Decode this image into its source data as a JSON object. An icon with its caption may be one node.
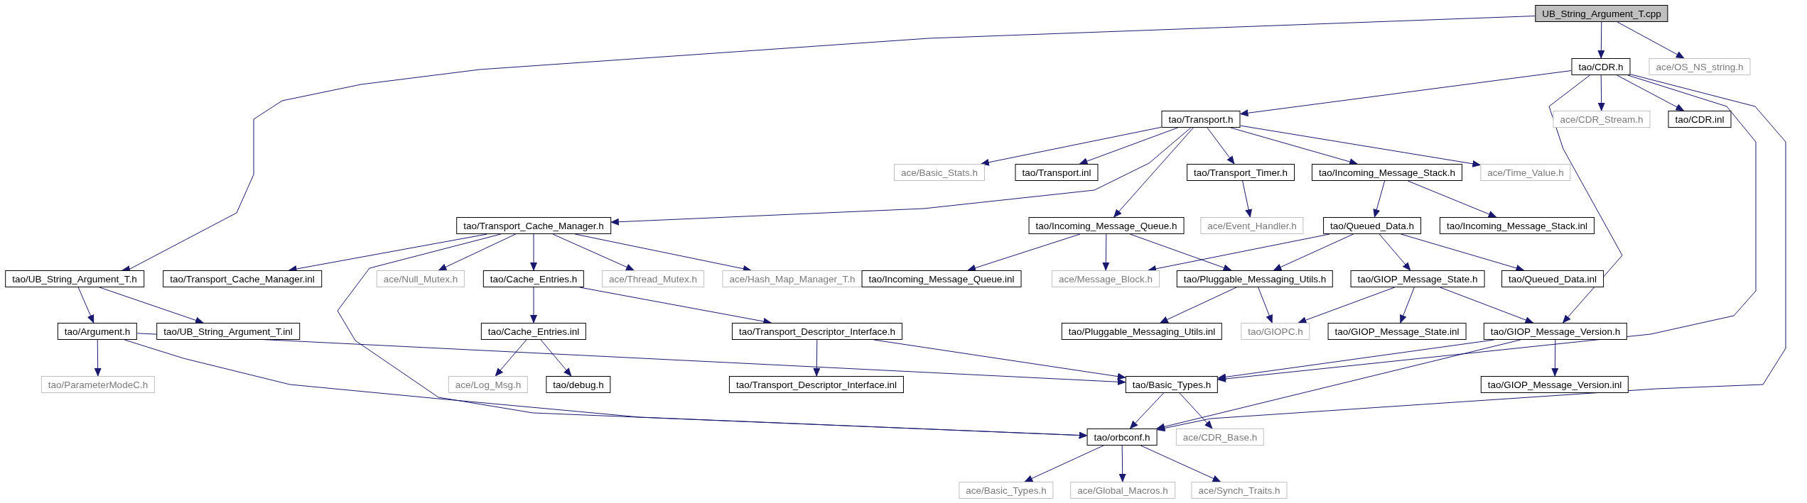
{
  "diagram": {
    "nodes": [
      {
        "text": [
          "UB_String_Argument_T.cpp"
        ]
      },
      {
        "text": [
          "tao/CDR.h"
        ]
      },
      {
        "text": [
          "ace/OS_NS_string.h"
        ]
      },
      {
        "text": [
          "tao/Transport.h"
        ]
      },
      {
        "text": [
          "ace/CDR_Stream.h"
        ]
      },
      {
        "text": [
          "tao/CDR.inl"
        ]
      },
      {
        "text": [
          "ace/Basic_Stats.h"
        ]
      },
      {
        "text": [
          "tao/Transport.inl"
        ]
      },
      {
        "text": [
          "tao/Transport_Timer.h"
        ]
      },
      {
        "text": [
          "tao/Incoming_Message_Stack.h"
        ]
      },
      {
        "text": [
          "ace/Time_Value.h"
        ]
      },
      {
        "text": [
          "tao/Transport_Cache_Manager.h"
        ]
      },
      {
        "text": [
          "tao/Incoming_Message_Queue.h"
        ]
      },
      {
        "text": [
          "ace/Event_Handler.h"
        ]
      },
      {
        "text": [
          "tao/Queued_Data.h"
        ]
      },
      {
        "text": [
          "tao/Incoming_Message_Stack.inl"
        ]
      },
      {
        "text": [
          "tao/UB_String_Argument_T.h"
        ]
      },
      {
        "text": [
          "tao/Transport_Cache_Manager.inl"
        ]
      },
      {
        "text": [
          "ace/Null_Mutex.h"
        ]
      },
      {
        "text": [
          "tao/Cache_Entries.h"
        ]
      },
      {
        "text": [
          "ace/Thread_Mutex.h"
        ]
      },
      {
        "text": [
          "ace/Hash_Map_Manager_T.h"
        ]
      },
      {
        "text": [
          "tao/Incoming_Message_Queue.inl"
        ]
      },
      {
        "text": [
          "ace/Message_Block.h"
        ]
      },
      {
        "text": [
          "tao/Pluggable_Messaging_Utils.h"
        ]
      },
      {
        "text": [
          "tao/GIOP_Message_State.h"
        ]
      },
      {
        "text": [
          "tao/Queued_Data.inl"
        ]
      },
      {
        "text": [
          "tao/Argument.h"
        ]
      },
      {
        "text": [
          "tao/UB_String_Argument_T.inl"
        ]
      },
      {
        "text": [
          "tao/Cache_Entries.inl"
        ]
      },
      {
        "text": [
          "tao/Transport_Descriptor_Interface.h"
        ]
      },
      {
        "text": [
          "tao/Pluggable_Messaging_Utils.inl"
        ]
      },
      {
        "text": [
          "tao/GIOPC.h"
        ]
      },
      {
        "text": [
          "tao/GIOP_Message_State.inl"
        ]
      },
      {
        "text": [
          "tao/GIOP_Message_Version.h"
        ]
      },
      {
        "text": [
          "tao/ParameterModeC.h"
        ]
      },
      {
        "text": [
          "ace/Log_Msg.h"
        ]
      },
      {
        "text": [
          "tao/debug.h"
        ]
      },
      {
        "text": [
          "tao/Transport_Descriptor_Interface.inl"
        ]
      },
      {
        "text": [
          "tao/Basic_Types.h"
        ]
      },
      {
        "text": [
          "tao/GIOP_Message_Version.inl"
        ]
      },
      {
        "text": [
          "tao/orbconf.h"
        ]
      },
      {
        "text": [
          "ace/CDR_Base.h"
        ]
      },
      {
        "text": [
          "ace/Basic_Types.h"
        ]
      },
      {
        "text": [
          "ace/Global_Macros.h"
        ]
      },
      {
        "text": [
          "ace/Synch_Traits.h"
        ]
      }
    ],
    "edges": [
      {
        "from": 0,
        "to": 1,
        "arrow": "to"
      },
      {
        "from": 0,
        "to": 2,
        "arrow": "to"
      },
      {
        "from": 0,
        "to": 16,
        "arrow": "to"
      },
      {
        "from": 1,
        "to": 3,
        "arrow": "to"
      },
      {
        "from": 1,
        "to": 4,
        "arrow": "to"
      },
      {
        "from": 1,
        "to": 5,
        "arrow": "to"
      },
      {
        "from": 1,
        "to": 34,
        "arrow": "to"
      },
      {
        "from": 1,
        "to": 39,
        "arrow": "to"
      },
      {
        "from": 1,
        "to": 41,
        "arrow": "to"
      },
      {
        "from": 3,
        "to": 6,
        "arrow": "to"
      },
      {
        "from": 3,
        "to": 7,
        "arrow": "to"
      },
      {
        "from": 3,
        "to": 8,
        "arrow": "to"
      },
      {
        "from": 3,
        "to": 9,
        "arrow": "to"
      },
      {
        "from": 3,
        "to": 10,
        "arrow": "to"
      },
      {
        "from": 3,
        "to": 11,
        "arrow": "to"
      },
      {
        "from": 3,
        "to": 12,
        "arrow": "to"
      },
      {
        "from": 8,
        "to": 13,
        "arrow": "to"
      },
      {
        "from": 9,
        "to": 14,
        "arrow": "to"
      },
      {
        "from": 9,
        "to": 15,
        "arrow": "to"
      },
      {
        "from": 11,
        "to": 17,
        "arrow": "to"
      },
      {
        "from": 11,
        "to": 18,
        "arrow": "to"
      },
      {
        "from": 11,
        "to": 19,
        "arrow": "to"
      },
      {
        "from": 11,
        "to": 20,
        "arrow": "to"
      },
      {
        "from": 11,
        "to": 21,
        "arrow": "to"
      },
      {
        "from": 11,
        "to": 41,
        "arrow": "to"
      },
      {
        "from": 12,
        "to": 22,
        "arrow": "to"
      },
      {
        "from": 12,
        "to": 23,
        "arrow": "to"
      },
      {
        "from": 12,
        "to": 24,
        "arrow": "to"
      },
      {
        "from": 14,
        "to": 23,
        "arrow": "to"
      },
      {
        "from": 14,
        "to": 24,
        "arrow": "to"
      },
      {
        "from": 14,
        "to": 25,
        "arrow": "to"
      },
      {
        "from": 14,
        "to": 26,
        "arrow": "to"
      },
      {
        "from": 16,
        "to": 27,
        "arrow": "to"
      },
      {
        "from": 16,
        "to": 28,
        "arrow": "to"
      },
      {
        "from": 19,
        "to": 29,
        "arrow": "to"
      },
      {
        "from": 19,
        "to": 30,
        "arrow": "to"
      },
      {
        "from": 24,
        "to": 31,
        "arrow": "to"
      },
      {
        "from": 24,
        "to": 32,
        "arrow": "to"
      },
      {
        "from": 25,
        "to": 32,
        "arrow": "to"
      },
      {
        "from": 25,
        "to": 33,
        "arrow": "to"
      },
      {
        "from": 25,
        "to": 34,
        "arrow": "to"
      },
      {
        "from": 27,
        "to": 35,
        "arrow": "to"
      },
      {
        "from": 27,
        "to": 39,
        "arrow": "to"
      },
      {
        "from": 27,
        "to": 41,
        "arrow": "to"
      },
      {
        "from": 29,
        "to": 36,
        "arrow": "to"
      },
      {
        "from": 29,
        "to": 37,
        "arrow": "to"
      },
      {
        "from": 30,
        "to": 38,
        "arrow": "to"
      },
      {
        "from": 30,
        "to": 39,
        "arrow": "to"
      },
      {
        "from": 34,
        "to": 39,
        "arrow": "to"
      },
      {
        "from": 34,
        "to": 40,
        "arrow": "to"
      },
      {
        "from": 34,
        "to": 41,
        "arrow": "to"
      },
      {
        "from": 39,
        "to": 41,
        "arrow": "to"
      },
      {
        "from": 39,
        "to": 42,
        "arrow": "to"
      },
      {
        "from": 41,
        "to": 43,
        "arrow": "to"
      },
      {
        "from": 41,
        "to": 44,
        "arrow": "to"
      },
      {
        "from": 41,
        "to": 45,
        "arrow": "to"
      }
    ]
  }
}
